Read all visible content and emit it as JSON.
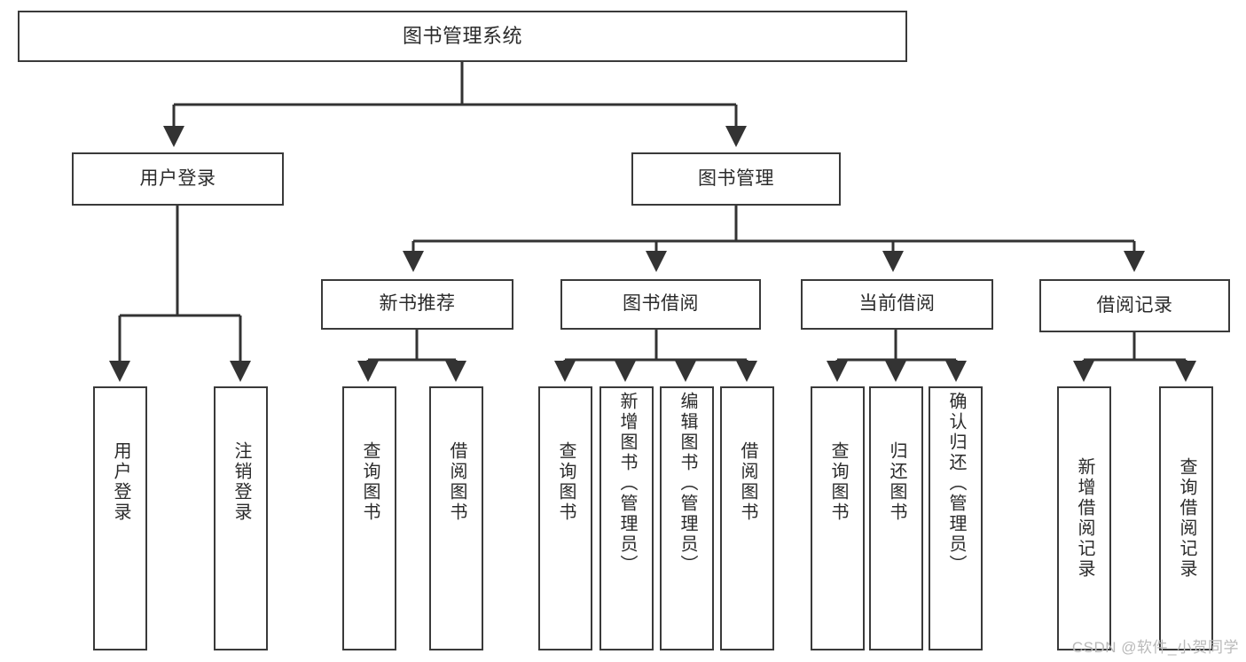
{
  "diagram": {
    "type": "tree-hierarchy",
    "title": "图书管理系统",
    "watermark": "CSDN @软件_小贺同学",
    "colors": {
      "box_border": "#3a3a3a",
      "box_fill": "#ffffff",
      "connector": "#333333",
      "text": "#2b2b2b",
      "watermark": "#b9b9b9",
      "background": "#ffffff"
    },
    "levels": {
      "root": "图书管理系统",
      "level2": [
        "用户登录",
        "图书管理"
      ],
      "level3": [
        "新书推荐",
        "图书借阅",
        "当前借阅",
        "借阅记录"
      ]
    },
    "nodes": {
      "root": {
        "label": "图书管理系统"
      },
      "user_login": {
        "label": "用户登录"
      },
      "book_mgmt": {
        "label": "图书管理"
      },
      "new_book_rec": {
        "label": "新书推荐"
      },
      "book_borrow": {
        "label": "图书借阅"
      },
      "current_borrow": {
        "label": "当前借阅"
      },
      "borrow_record": {
        "label": "借阅记录"
      },
      "leaf_user_login": {
        "label": "用户登录"
      },
      "leaf_user_logout": {
        "label": "注销登录"
      },
      "leaf_query_book_1": {
        "label": "查询图书"
      },
      "leaf_borrow_book_1": {
        "label": "借阅图书"
      },
      "leaf_query_book_2": {
        "label": "查询图书"
      },
      "leaf_add_book_admin": {
        "label": "新增图书（管理员）"
      },
      "leaf_edit_book_admin": {
        "label": "编辑图书（管理员）"
      },
      "leaf_borrow_book_2": {
        "label": "借阅图书"
      },
      "leaf_query_book_3": {
        "label": "查询图书"
      },
      "leaf_return_book": {
        "label": "归还图书"
      },
      "leaf_confirm_return_admin": {
        "label": "确认归还（管理员）"
      },
      "leaf_add_borrow_record": {
        "label": "新增借阅记录"
      },
      "leaf_query_borrow_record": {
        "label": "查询借阅记录"
      }
    },
    "edges": [
      {
        "from": "root",
        "to": "user_login"
      },
      {
        "from": "root",
        "to": "book_mgmt"
      },
      {
        "from": "user_login",
        "to": "leaf_user_login"
      },
      {
        "from": "user_login",
        "to": "leaf_user_logout"
      },
      {
        "from": "book_mgmt",
        "to": "new_book_rec"
      },
      {
        "from": "book_mgmt",
        "to": "book_borrow"
      },
      {
        "from": "book_mgmt",
        "to": "current_borrow"
      },
      {
        "from": "book_mgmt",
        "to": "borrow_record"
      },
      {
        "from": "new_book_rec",
        "to": "leaf_query_book_1"
      },
      {
        "from": "new_book_rec",
        "to": "leaf_borrow_book_1"
      },
      {
        "from": "book_borrow",
        "to": "leaf_query_book_2"
      },
      {
        "from": "book_borrow",
        "to": "leaf_add_book_admin"
      },
      {
        "from": "book_borrow",
        "to": "leaf_edit_book_admin"
      },
      {
        "from": "book_borrow",
        "to": "leaf_borrow_book_2"
      },
      {
        "from": "current_borrow",
        "to": "leaf_query_book_3"
      },
      {
        "from": "current_borrow",
        "to": "leaf_return_book"
      },
      {
        "from": "current_borrow",
        "to": "leaf_confirm_return_admin"
      },
      {
        "from": "borrow_record",
        "to": "leaf_add_borrow_record"
      },
      {
        "from": "borrow_record",
        "to": "leaf_query_borrow_record"
      }
    ]
  }
}
